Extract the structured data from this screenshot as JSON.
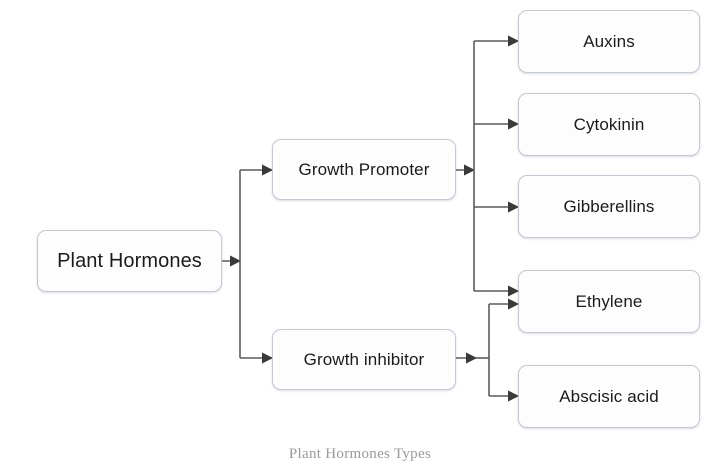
{
  "diagram": {
    "caption": "Plant Hormones Types",
    "colors": {
      "background": "#ffffff",
      "node_fill": "#fdfdfe",
      "node_border": "#c3c9d2",
      "edge_stroke": "#5b5b5b",
      "text": "#1b1b1b",
      "caption_text": "#9a9a9a"
    },
    "root": {
      "label": "Plant Hormones"
    },
    "branches": [
      {
        "id": "growth-promoter",
        "label": "Growth Promoter",
        "children": [
          "Auxins",
          "Cytokinin",
          "Gibberellins",
          "Ethylene"
        ]
      },
      {
        "id": "growth-inhibitor",
        "label": "Growth inhibitor",
        "children": [
          "Ethylene",
          "Abscisic acid"
        ]
      }
    ],
    "leaves": [
      {
        "id": "auxins",
        "label": "Auxins"
      },
      {
        "id": "cytokinin",
        "label": "Cytokinin"
      },
      {
        "id": "gibberellins",
        "label": "Gibberellins"
      },
      {
        "id": "ethylene",
        "label": "Ethylene"
      },
      {
        "id": "abscisic-acid",
        "label": "Abscisic acid"
      }
    ]
  }
}
